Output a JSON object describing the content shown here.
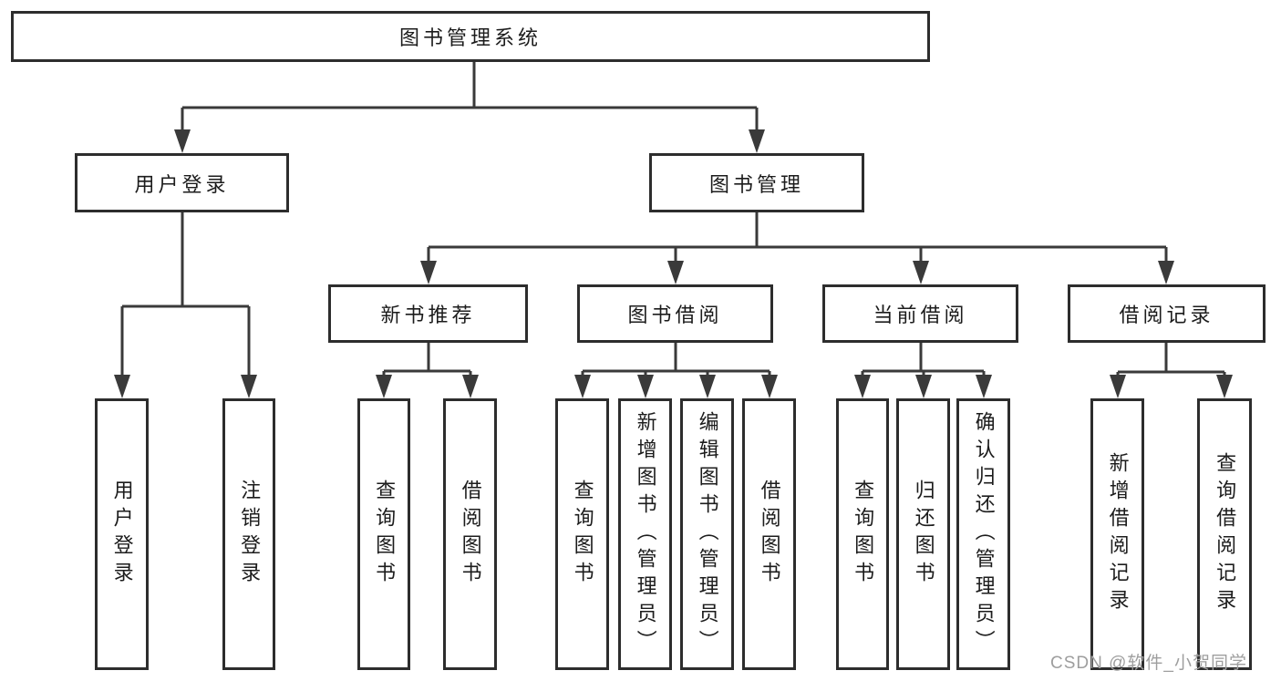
{
  "colors": {
    "line": "#3a3a3a",
    "border": "#2d2d2d",
    "text": "#1c1c1c",
    "watermark": "#9e9e9e",
    "background": "#ffffff"
  },
  "watermark": {
    "text": "CSDN @软件_小贺同学"
  },
  "tree": {
    "root": {
      "label": "图书管理系统",
      "children": [
        {
          "label": "用户登录",
          "children": [
            {
              "label": "用户登录"
            },
            {
              "label": "注销登录"
            }
          ]
        },
        {
          "label": "图书管理",
          "children": [
            {
              "label": "新书推荐",
              "children": [
                {
                  "label": "查询图书"
                },
                {
                  "label": "借阅图书"
                }
              ]
            },
            {
              "label": "图书借阅",
              "children": [
                {
                  "label": "查询图书"
                },
                {
                  "label": "新增图书（管理员）"
                },
                {
                  "label": "编辑图书（管理员）"
                },
                {
                  "label": "借阅图书"
                }
              ]
            },
            {
              "label": "当前借阅",
              "children": [
                {
                  "label": "查询图书"
                },
                {
                  "label": "归还图书"
                },
                {
                  "label": "确认归还（管理员）"
                }
              ]
            },
            {
              "label": "借阅记录",
              "children": [
                {
                  "label": "新增借阅记录"
                },
                {
                  "label": "查询借阅记录"
                }
              ]
            }
          ]
        }
      ]
    }
  }
}
